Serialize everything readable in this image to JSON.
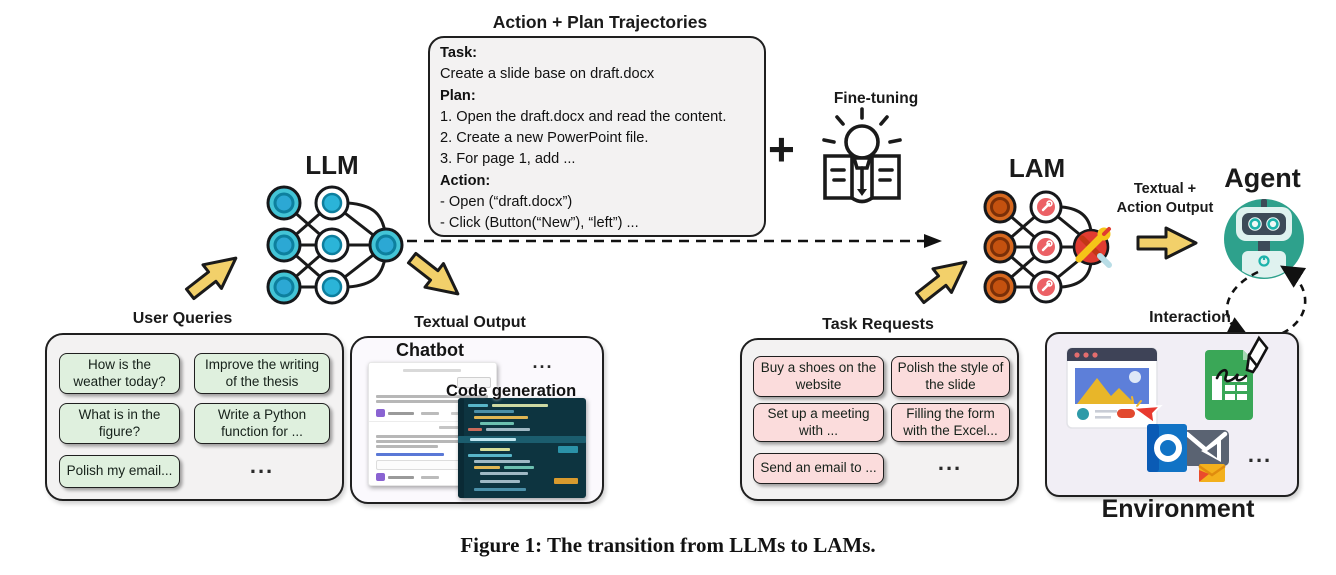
{
  "figure_caption": "Figure 1: The transition from LLMs to LAMs.",
  "trajectories": {
    "title": "Action + Plan Trajectories",
    "task_label": "Task:",
    "task_text": "Create a slide base on draft.docx",
    "plan_label": "Plan:",
    "plan_steps": [
      "1. Open the draft.docx and read the content.",
      "2. Create a new PowerPoint file.",
      "3. For page 1, add ..."
    ],
    "action_label": "Action:",
    "action_steps": [
      "- Open (“draft.docx”)",
      "- Click (Button(“New”), “left”) ..."
    ]
  },
  "fine_tuning": {
    "label": "Fine-tuning",
    "plus": "+"
  },
  "llm": {
    "label": "LLM"
  },
  "lam": {
    "label": "LAM"
  },
  "agent": {
    "label": "Agent"
  },
  "output_arrow": {
    "line1": "Textual +",
    "line2": "Action Output"
  },
  "user_queries": {
    "title": "User Queries",
    "items": [
      "How is the weather today?",
      "Improve the writing of the thesis",
      "What is in the figure?",
      "Write a Python function for ...",
      "Polish my email..."
    ],
    "more": "..."
  },
  "textual_output": {
    "title": "Textual Output",
    "chatbot_label": "Chatbot",
    "code_label": "Code generation",
    "more": "..."
  },
  "task_requests": {
    "title": "Task Requests",
    "items": [
      "Buy a shoes on the website",
      "Polish the style of the slide",
      "Set up a meeting with ...",
      "Filling the form with the Excel...",
      "Send an email to ..."
    ],
    "more": "..."
  },
  "environment": {
    "title": "Environment",
    "interaction_label": "Interaction",
    "more": "..."
  },
  "colors": {
    "panel_bg": "#f3f2f2",
    "green_chip": "#dff0de",
    "pink_chip": "#fbdcdc",
    "env_bg": "#f1eef5",
    "arrow_yellow": "#f2d06a",
    "llm_node_teal": "#43c4d6",
    "lam_node_orange": "#d6681f",
    "agent_teal": "#2ea18c",
    "code_bg": "#0d3440"
  }
}
